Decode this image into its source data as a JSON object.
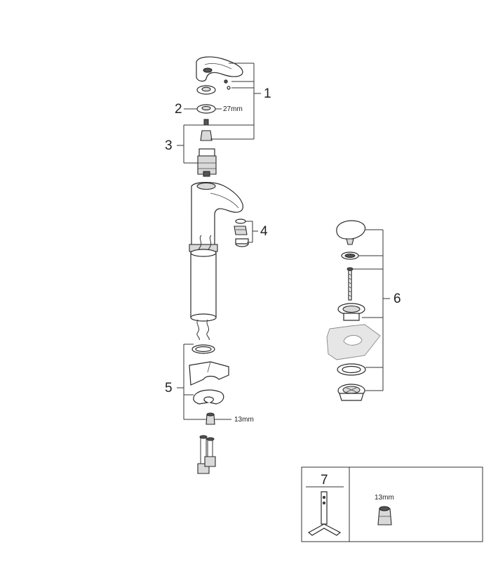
{
  "callouts": {
    "c1": "1",
    "c2": "2",
    "c3": "3",
    "c4": "4",
    "c5": "5",
    "c6": "6",
    "c7": "7"
  },
  "dimensions": {
    "d_27mm": "27mm",
    "d_13mm_main": "13mm",
    "d_13mm_box": "13mm"
  },
  "colors": {
    "line": "#2a2a2a",
    "shade": "#d9d9d9",
    "mounting_surface": "#e6e6e6"
  }
}
